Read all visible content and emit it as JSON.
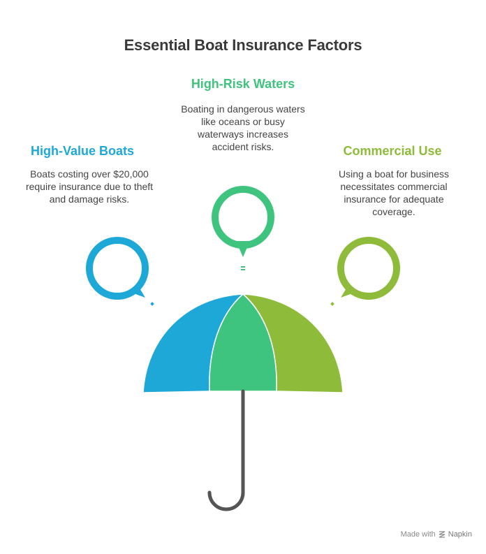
{
  "title": "Essential Boat Insurance Factors",
  "factors": [
    {
      "heading": "High-Value Boats",
      "description": "Boats costing over $20,000 require insurance due to theft and damage risks.",
      "color": "#1ea8d8",
      "icon": "speech-bubble-icon"
    },
    {
      "heading": "High-Risk Waters",
      "description": "Boating in dangerous waters like oceans or busy waterways increases accident risks.",
      "color": "#3ec47e",
      "icon": "speech-bubble-icon"
    },
    {
      "heading": "Commercial Use",
      "description": "Using a boat for business necessitates commercial insurance for adequate coverage.",
      "color": "#8ebb3a",
      "icon": "speech-bubble-icon"
    }
  ],
  "umbrella": {
    "icon": "umbrella-icon",
    "handle_color": "#555555"
  },
  "footer": {
    "made_with": "Made with",
    "brand": "Napkin"
  }
}
